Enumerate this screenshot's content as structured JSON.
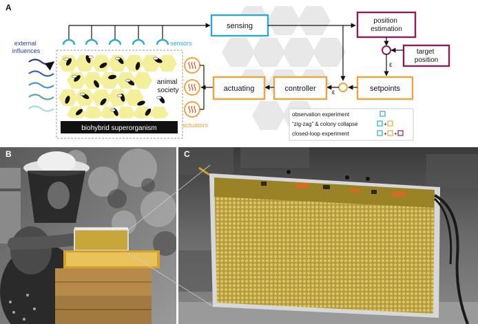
{
  "panel_labels": {
    "a": "A",
    "b": "B",
    "c": "C"
  },
  "diagram": {
    "sensing": "sensing",
    "position_estimation": [
      "position",
      "estimation"
    ],
    "target_position": [
      "target",
      "position"
    ],
    "setpoints": "setpoints",
    "controller": "controller",
    "actuating": "actuating",
    "epsilon": "ε",
    "external_influences": [
      "external",
      "influences"
    ],
    "sensors": "sensors",
    "actuators": "actuators",
    "animal_society": [
      "animal",
      "society"
    ],
    "biohybrid_superorganism": "biohybrid superorganism"
  },
  "legend": {
    "items": [
      {
        "label": "observation experiment",
        "markers": [
          "cyan"
        ]
      },
      {
        "label": "“zig-zag” & colony collapse",
        "markers": [
          "cyan",
          "orange"
        ]
      },
      {
        "label": "closed-loop experiment",
        "markers": [
          "cyan",
          "orange",
          "purple"
        ]
      }
    ],
    "plus": "+"
  },
  "colors": {
    "sensing": "#2aa9d6",
    "orange": "#f0a33a",
    "purple": "#8a1c5a",
    "comb": "#f4ef9a",
    "hex_bg": "#e9e9e9",
    "wave_dark": "#2f3a8f",
    "wave_light": "#9dd6df"
  },
  "photos": {
    "b": "beekeeper-photo",
    "c": "comb-device-photo"
  }
}
